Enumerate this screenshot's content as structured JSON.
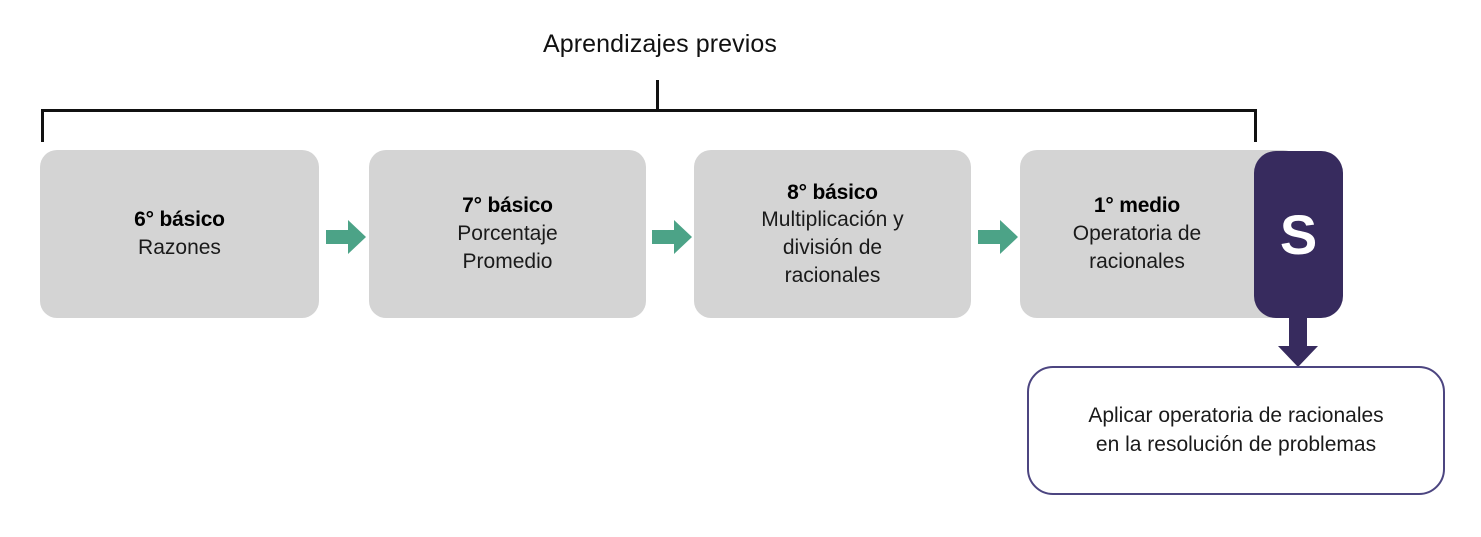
{
  "diagram": {
    "title": "Aprendizajes previos",
    "colors": {
      "box_fill": "#d4d4d4",
      "arrow_green": "#4ca387",
      "badge_purple": "#372b5e",
      "outcome_border": "#4c4580",
      "bracket": "#111111",
      "text": "#1a1a1a"
    },
    "steps": [
      {
        "grade": "6° básico",
        "lines": [
          "Razones"
        ]
      },
      {
        "grade": "7° básico",
        "lines": [
          "Porcentaje",
          "Promedio"
        ]
      },
      {
        "grade": "8° básico",
        "lines": [
          "Multiplicación y",
          "división de",
          "racionales"
        ]
      },
      {
        "grade": "1° medio",
        "lines": [
          "Operatoria de",
          "racionales"
        ]
      }
    ],
    "badge": {
      "label": "S"
    },
    "outcome": {
      "lines": [
        "Aplicar operatoria de racionales",
        "en la resolución de problemas"
      ]
    }
  }
}
